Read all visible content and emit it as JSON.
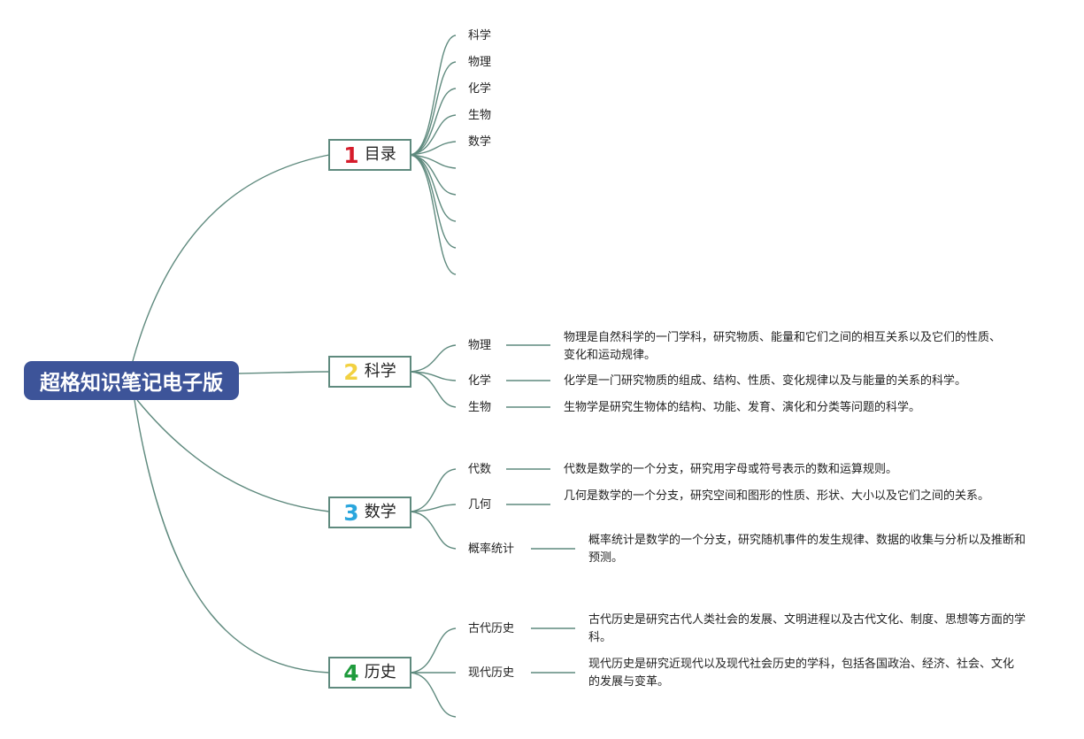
{
  "root": {
    "title": "超格知识笔记电子版",
    "color": "#3d5499"
  },
  "line_color": "#5f8a7e",
  "branches": [
    {
      "number": "1",
      "number_color": "#d61c2b",
      "title": "目录",
      "children": [
        {
          "label": "科学"
        },
        {
          "label": "物理"
        },
        {
          "label": "化学"
        },
        {
          "label": "生物"
        },
        {
          "label": "数学"
        },
        {
          "label": ""
        },
        {
          "label": ""
        },
        {
          "label": ""
        },
        {
          "label": ""
        },
        {
          "label": ""
        }
      ]
    },
    {
      "number": "2",
      "number_color": "#f2d141",
      "title": "科学",
      "children": [
        {
          "label": "物理",
          "description": "物理是自然科学的一门学科，研究物质、能量和它们之间的相互关系以及它们的性质、变化和运动规律。"
        },
        {
          "label": "化学",
          "description": "化学是一门研究物质的组成、结构、性质、变化规律以及与能量的关系的科学。"
        },
        {
          "label": "生物",
          "description": "生物学是研究生物体的结构、功能、发育、演化和分类等问题的科学。"
        }
      ]
    },
    {
      "number": "3",
      "number_color": "#2aa6dd",
      "title": "数学",
      "children": [
        {
          "label": "代数",
          "description": "代数是数学的一个分支，研究用字母或符号表示的数和运算规则。"
        },
        {
          "label": "几何",
          "description": "几何是数学的一个分支，研究空间和图形的性质、形状、大小以及它们之间的关系。"
        },
        {
          "label": "概率统计",
          "description": "概率统计是数学的一个分支，研究随机事件的发生规律、数据的收集与分析以及推断和预测。"
        }
      ]
    },
    {
      "number": "4",
      "number_color": "#1e9b3c",
      "title": "历史",
      "children": [
        {
          "label": "古代历史",
          "description": "古代历史是研究古代人类社会的发展、文明进程以及古代文化、制度、思想等方面的学科。"
        },
        {
          "label": "现代历史",
          "description": "现代历史是研究近现代以及现代社会历史的学科，包括各国政治、经济、社会、文化的发展与变革。"
        },
        {
          "label": ""
        }
      ]
    }
  ]
}
